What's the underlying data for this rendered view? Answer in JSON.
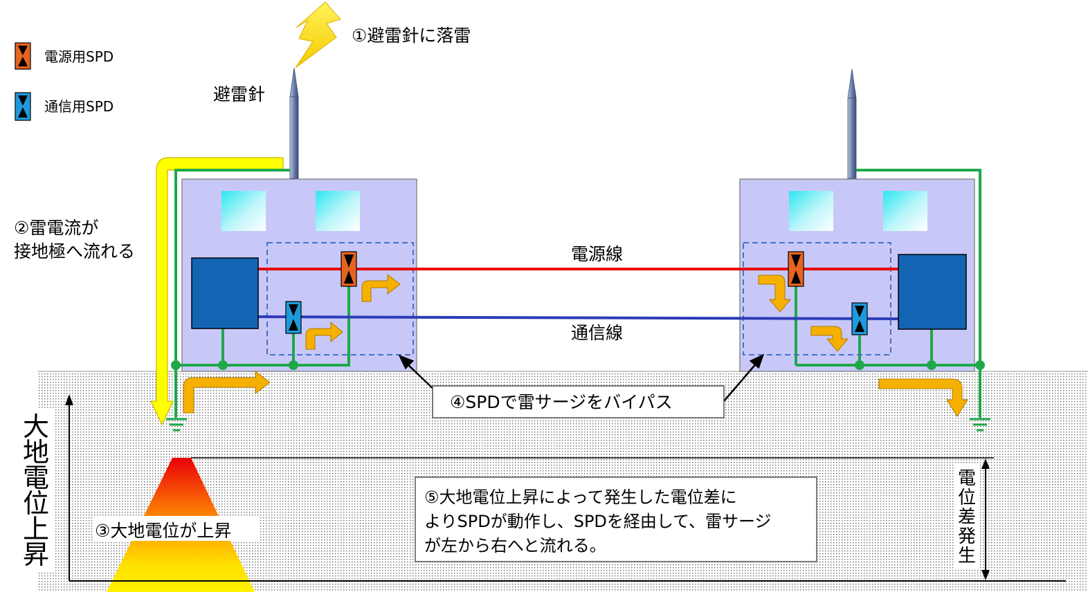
{
  "legend": {
    "power_spd": "電源用SPD",
    "comm_spd": "通信用SPD"
  },
  "labels": {
    "step1": "①避雷針に落雷",
    "rod": "避雷針",
    "step2_line1": "②雷電流が",
    "step2_line2": "接地極へ流れる",
    "power_line": "電源線",
    "comm_line": "通信線",
    "step4": "④SPDで雷サージをバイパス",
    "step3": "③大地電位が上昇",
    "ground_rise_vertical": [
      "大",
      "地",
      "電",
      "位",
      "上",
      "昇"
    ],
    "potential_diff_vertical": [
      "電",
      "位",
      "差",
      "発",
      "生"
    ],
    "step5_line1": "⑤大地電位上昇によって発生した電位差に",
    "step5_line2": "よりSPDが動作し、SPDを経由して、雷サージ",
    "step5_line3": "が左から右へと流れる。"
  },
  "colors": {
    "power_spd": "#E8641E",
    "comm_spd": "#1E9ADC",
    "power_line": "#E8000A",
    "comm_line": "#2E3BB8",
    "ground_wire": "#1EA84A",
    "building_fill": "#C8C8F8",
    "equipment": "#1464B4",
    "surge_arrow": "#F5B000",
    "current_arrow": "#FFFF00",
    "dashed_box": "#4472C4"
  }
}
